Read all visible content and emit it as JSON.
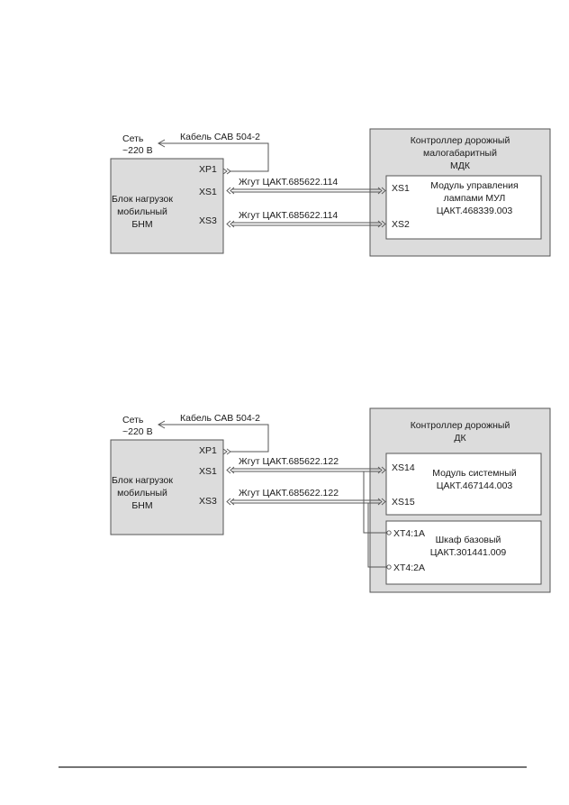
{
  "diagram1": {
    "network": {
      "line1": "Сеть",
      "line2": "~220 В"
    },
    "cable_label": "Кабель САВ 504-2",
    "bnm": {
      "line1": "Блок нагрузок",
      "line2": "мобильный",
      "line3": "БНМ",
      "xp1": "XP1",
      "xs1": "XS1",
      "xs3": "XS3"
    },
    "harness1": "Жгут ЦАКТ.685622.114",
    "harness2": "Жгут ЦАКТ.685622.114",
    "controller": {
      "line1": "Контроллер дорожный",
      "line2": "малогабаритный",
      "line3": "МДК"
    },
    "module": {
      "line1": "Модуль управления",
      "line2": "лампами МУЛ",
      "line3": "ЦАКТ.468339.003",
      "xs1": "XS1",
      "xs2": "XS2"
    }
  },
  "diagram2": {
    "network": {
      "line1": "Сеть",
      "line2": "~220 В"
    },
    "cable_label": "Кабель САВ 504-2",
    "bnm": {
      "line1": "Блок нагрузок",
      "line2": "мобильный",
      "line3": "БНМ",
      "xp1": "XP1",
      "xs1": "XS1",
      "xs3": "XS3"
    },
    "harness1": "Жгут ЦАКТ.685622.122",
    "harness2": "Жгут ЦАКТ.685622.122",
    "controller": {
      "line1": "Контроллер дорожный",
      "line2": "ДК"
    },
    "module": {
      "line1": "Модуль системный",
      "line2": "ЦАКТ.467144.003",
      "xs14": "XS14",
      "xs15": "XS15"
    },
    "cabinet": {
      "line1": "Шкаф базовый",
      "line2": "ЦАКТ.301441.009",
      "xt1": "XT4:1A",
      "xt2": "XT4:2A"
    }
  }
}
